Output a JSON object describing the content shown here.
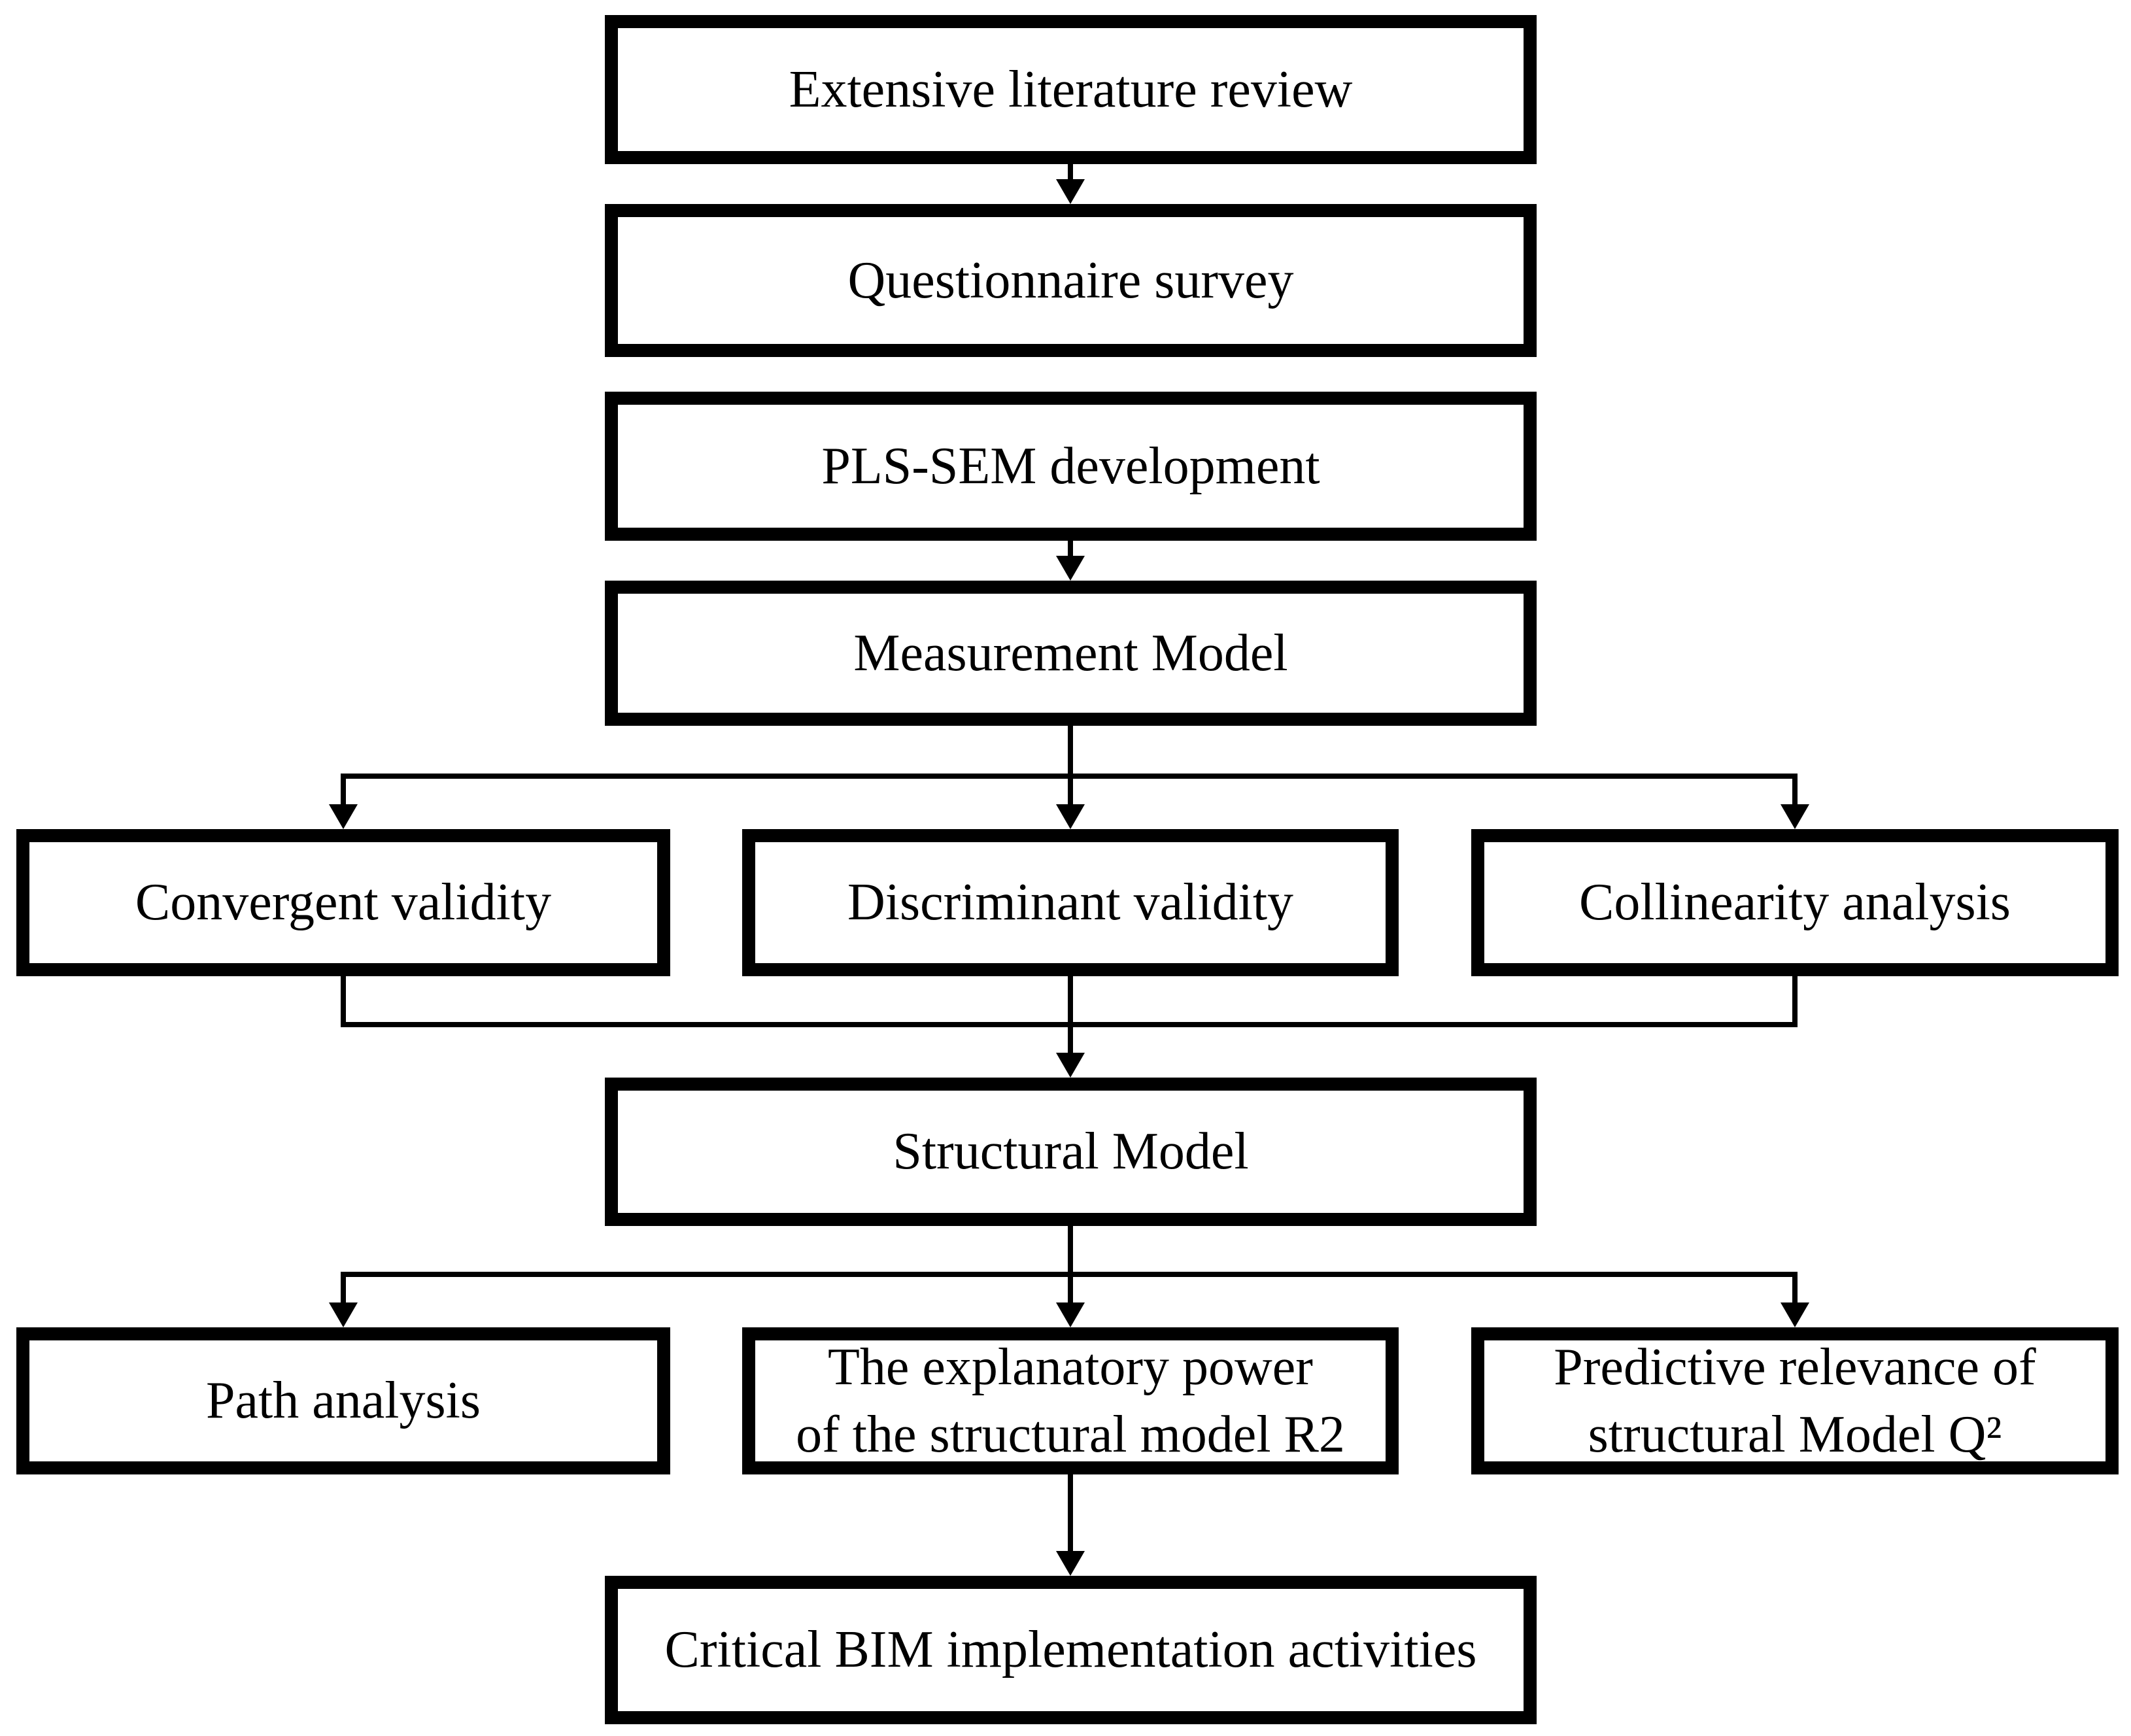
{
  "diagram": {
    "type": "flowchart",
    "colors": {
      "line": "#000000",
      "box_border": "#000000",
      "box_background": "#ffffff",
      "text": "#000000",
      "page_background": "#ffffff"
    },
    "nodes": {
      "literature": {
        "label": "Extensive literature review"
      },
      "survey": {
        "label": "Questionnaire survey"
      },
      "plssem": {
        "label": "PLS-SEM development"
      },
      "measurement": {
        "label": "Measurement Model"
      },
      "convergent": {
        "label": "Convergent validity"
      },
      "discriminant": {
        "label": "Discriminant validity"
      },
      "collinearity": {
        "label": "Collinearity analysis"
      },
      "structural": {
        "label": "Structural Model"
      },
      "path": {
        "label": "Path analysis"
      },
      "explanatory": {
        "line1": "The explanatory power",
        "line2": "of the structural model R2"
      },
      "predictive": {
        "line1": "Predictive relevance of",
        "line2": "structural Model Q²"
      },
      "critical": {
        "label": "Critical BIM implementation activities"
      }
    },
    "edges": [
      {
        "from": "literature",
        "to": "survey",
        "arrow": true
      },
      {
        "from": "plssem",
        "to": "measurement",
        "arrow": true
      },
      {
        "from": "measurement",
        "to": "convergent",
        "arrow": true
      },
      {
        "from": "measurement",
        "to": "discriminant",
        "arrow": true
      },
      {
        "from": "measurement",
        "to": "collinearity",
        "arrow": true
      },
      {
        "from": "convergent",
        "to": "structural",
        "arrow": true
      },
      {
        "from": "discriminant",
        "to": "structural",
        "arrow": true
      },
      {
        "from": "collinearity",
        "to": "structural",
        "arrow": true
      },
      {
        "from": "structural",
        "to": "path",
        "arrow": true
      },
      {
        "from": "structural",
        "to": "explanatory",
        "arrow": true
      },
      {
        "from": "structural",
        "to": "predictive",
        "arrow": true
      },
      {
        "from": "explanatory",
        "to": "critical",
        "arrow": true
      }
    ]
  }
}
